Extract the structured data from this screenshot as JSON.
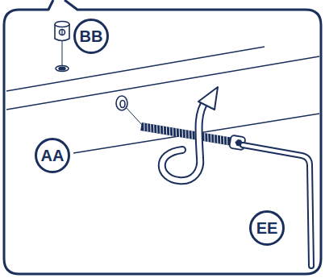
{
  "diagram": {
    "labels": [
      "BB",
      "AA",
      "EE"
    ]
  }
}
